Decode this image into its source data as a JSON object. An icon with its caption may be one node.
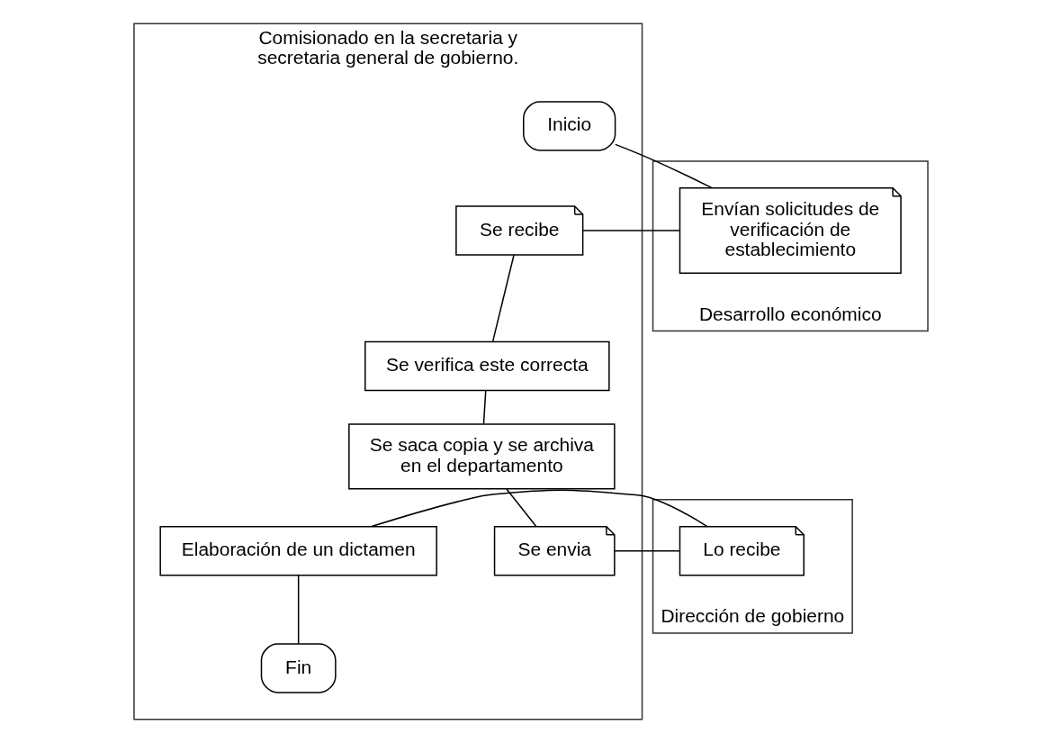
{
  "diagram": {
    "nodes": [
      {
        "text": [
          "Comisionado en la secretaria y secretaria general de gobierno."
        ]
      },
      {
        "text": [
          "Desarrollo económico"
        ]
      },
      {
        "text": [
          "Dirección de gobierno"
        ]
      },
      {
        "text": [
          "Inicio"
        ],
        "in": 0
      },
      {
        "text": [
          "Envían solicitudes de verificación de establecimiento"
        ],
        "in": 1
      },
      {
        "text": [
          "Se recibe"
        ],
        "in": 0
      },
      {
        "text": [
          "Se verifica este correcta"
        ],
        "in": 0
      },
      {
        "text": [
          "Se saca copia y se archiva en el departamento"
        ],
        "in": 0
      },
      {
        "text": [
          "Se envia"
        ],
        "in": 0
      },
      {
        "text": [
          "Lo recibe"
        ],
        "in": 2
      },
      {
        "text": [
          "Elaboración de un dictamen"
        ],
        "in": 0
      },
      {
        "text": [
          "Fin"
        ],
        "in": 0
      }
    ],
    "edges": [
      {
        "from": 3,
        "to": 4,
        "arrow": "none"
      },
      {
        "from": 4,
        "to": 5,
        "arrow": "none"
      },
      {
        "from": 5,
        "to": 6,
        "arrow": "none"
      },
      {
        "from": 6,
        "to": 7,
        "arrow": "none"
      },
      {
        "from": 7,
        "to": 8,
        "arrow": "none"
      },
      {
        "from": 8,
        "to": 9,
        "arrow": "none"
      },
      {
        "from": 9,
        "to": 10,
        "arrow": "none"
      },
      {
        "from": 10,
        "to": 11,
        "arrow": "none"
      }
    ]
  }
}
